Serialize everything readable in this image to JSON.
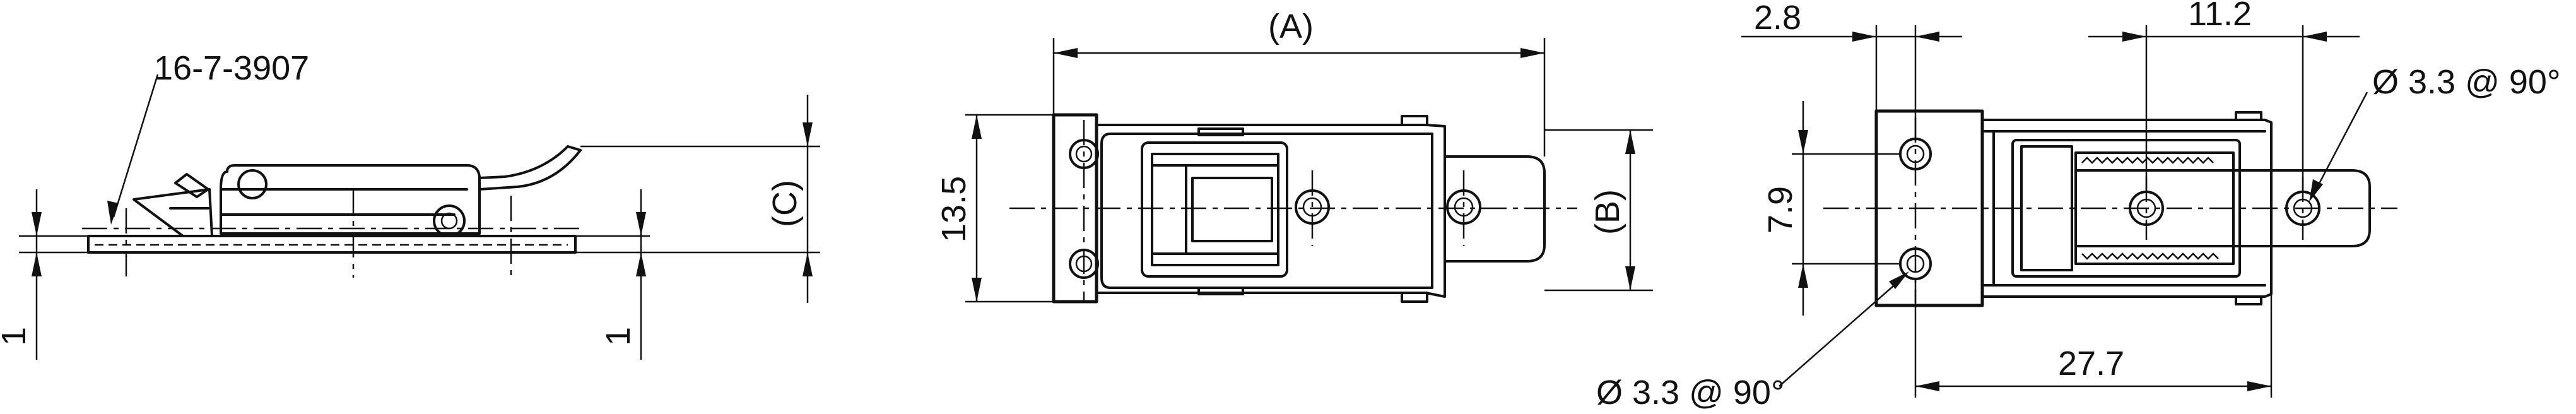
{
  "part_number": "16-7-3907",
  "dim_A": "(A)",
  "dim_B": "(B)",
  "dim_C": "(C)",
  "dim_13_5": "13.5",
  "dim_1_left": "1",
  "dim_1_right": "1",
  "dim_2_8": "2.8",
  "dim_11_2": "11.2",
  "dim_7_9": "7.9",
  "dim_27_7": "27.7",
  "hole_top": "Ø 3.3 @ 90°",
  "hole_bottom": "Ø 3.3 @ 90°"
}
